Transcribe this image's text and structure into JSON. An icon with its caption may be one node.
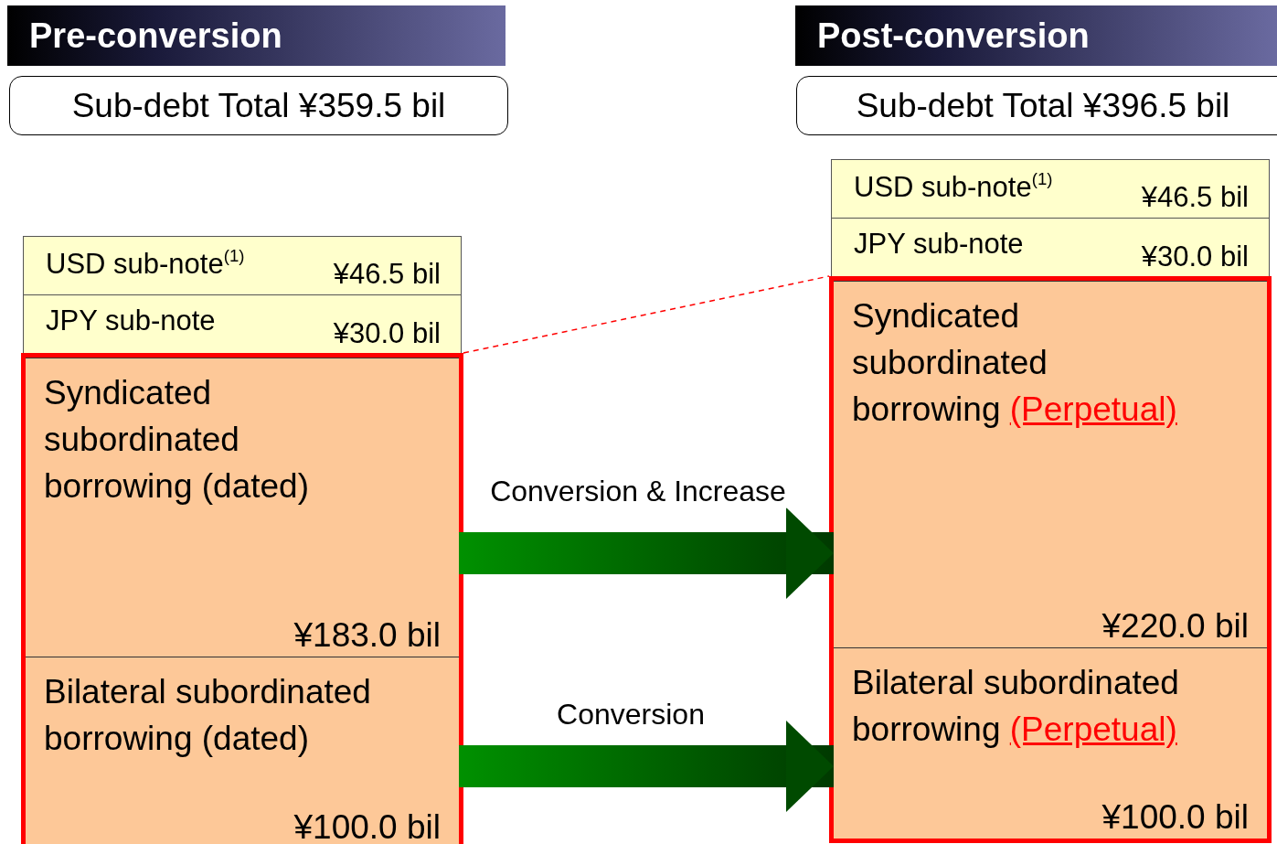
{
  "diagram": {
    "nodes": [
      {
        "text": [
          "Pre-conversion"
        ]
      },
      {
        "text": [
          "Sub-debt Total ¥359.5 bil"
        ]
      },
      {
        "text": [
          "Post-conversion"
        ]
      },
      {
        "text": [
          "Sub-debt Total ¥396.5 bil"
        ]
      },
      {
        "text": [
          "USD sub-note$^{(1)}$",
          "¥46.5 bil"
        ]
      },
      {
        "text": [
          "JPY sub-note",
          "¥30.0 bil"
        ]
      },
      {
        "text": [],
        "shape": "box"
      },
      {
        "text": [
          "Syndicated subordinated borrowing (dated)",
          "¥183.0 bil"
        ],
        "in": 6
      },
      {
        "text": [
          "Bilateral subordinated borrowing (dated)",
          "¥100.0 bil"
        ],
        "in": 6
      },
      {
        "text": [
          "USD sub-note$^{(1)}$",
          "¥46.5 bil"
        ]
      },
      {
        "text": [
          "JPY sub-note",
          "¥30.0 bil"
        ]
      },
      {
        "text": [],
        "shape": "box"
      },
      {
        "text": [
          "Syndicated subordinated borrowing",
          "(Perpetual)",
          "¥220.0 bil"
        ],
        "in": 11
      },
      {
        "text": [
          "Bilateral subordinated borrowing",
          "(Perpetual)",
          "¥100.0 bil"
        ],
        "in": 11
      }
    ],
    "edges": [
      {
        "from": 6,
        "to": 11,
        "arrow": "none",
        "style": "dashed",
        "color": "#ff0000"
      },
      {
        "from": 7,
        "to": 12,
        "arrow": "to",
        "style": "thick",
        "label": "Conversion & Increase"
      },
      {
        "from": 8,
        "to": 13,
        "arrow": "to",
        "style": "thick",
        "label": "Conversion"
      }
    ]
  }
}
